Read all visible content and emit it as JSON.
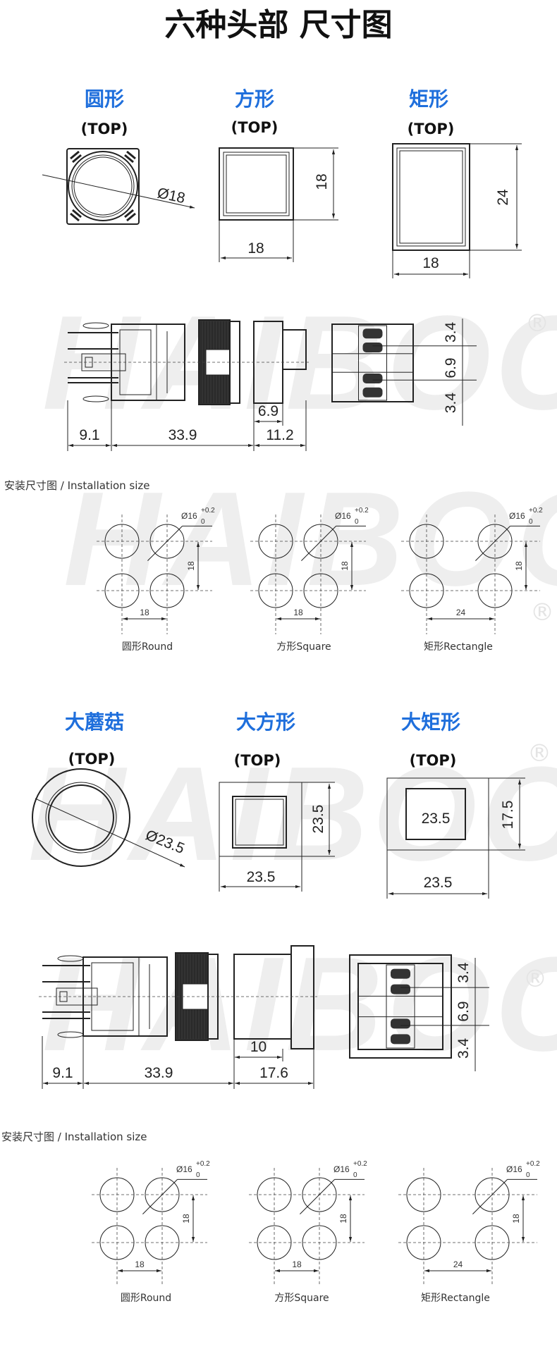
{
  "title": "六种头部 尺寸图",
  "watermark": "HAIBOO",
  "registered_mark": "®",
  "colors": {
    "heading": "#1f6fdc",
    "line": "#222222",
    "watermark": "#eeeeee"
  },
  "section1": {
    "heads": [
      {
        "name": "圆形",
        "top": "(TOP)",
        "dia": "Ø18"
      },
      {
        "name": "方形",
        "top": "(TOP)",
        "height": "18",
        "width": "18"
      },
      {
        "name": "矩形",
        "top": "(TOP)",
        "height": "24",
        "width": "18"
      }
    ],
    "side_dims": {
      "pins": "9.1",
      "body": "33.9",
      "front": "11.2",
      "cap": "6.9"
    },
    "front_dims": {
      "top": "3.4",
      "mid": "6.9",
      "bottom": "3.4"
    }
  },
  "install1": {
    "title": "安装尺寸图 / Installation size",
    "groups": [
      {
        "label": "圆形Round",
        "dia": "Ø16",
        "tol_upper": "+0.2",
        "tol_lower": "0",
        "pitch_v": "18",
        "pitch_h": "18"
      },
      {
        "label": "方形Square",
        "dia": "Ø16",
        "tol_upper": "+0.2",
        "tol_lower": "0",
        "pitch_v": "18",
        "pitch_h": "18"
      },
      {
        "label": "矩形Rectangle",
        "dia": "Ø16",
        "tol_upper": "+0.2",
        "tol_lower": "0",
        "pitch_v": "18",
        "pitch_h": "24"
      }
    ]
  },
  "section2": {
    "heads": [
      {
        "name": "大蘑菇",
        "top": "(TOP)",
        "dia": "Ø23.5"
      },
      {
        "name": "大方形",
        "top": "(TOP)",
        "height": "23.5",
        "width": "23.5"
      },
      {
        "name": "大矩形",
        "top": "(TOP)",
        "inner": "23.5",
        "height": "17.5",
        "width": "23.5"
      }
    ],
    "side_dims": {
      "pins": "9.1",
      "body": "33.9",
      "front": "17.6",
      "cap": "10"
    },
    "front_dims": {
      "top": "3.4",
      "mid": "6.9",
      "bottom": "3.4"
    }
  },
  "install2": {
    "title": "安装尺寸图 / Installation size",
    "groups": [
      {
        "label": "圆形Round",
        "dia": "Ø16",
        "tol_upper": "+0.2",
        "tol_lower": "0",
        "pitch_v": "18",
        "pitch_h": "18"
      },
      {
        "label": "方形Square",
        "dia": "Ø16",
        "tol_upper": "+0.2",
        "tol_lower": "0",
        "pitch_v": "18",
        "pitch_h": "18"
      },
      {
        "label": "矩形Rectangle",
        "dia": "Ø16",
        "tol_upper": "+0.2",
        "tol_lower": "0",
        "pitch_v": "18",
        "pitch_h": "24"
      }
    ]
  }
}
